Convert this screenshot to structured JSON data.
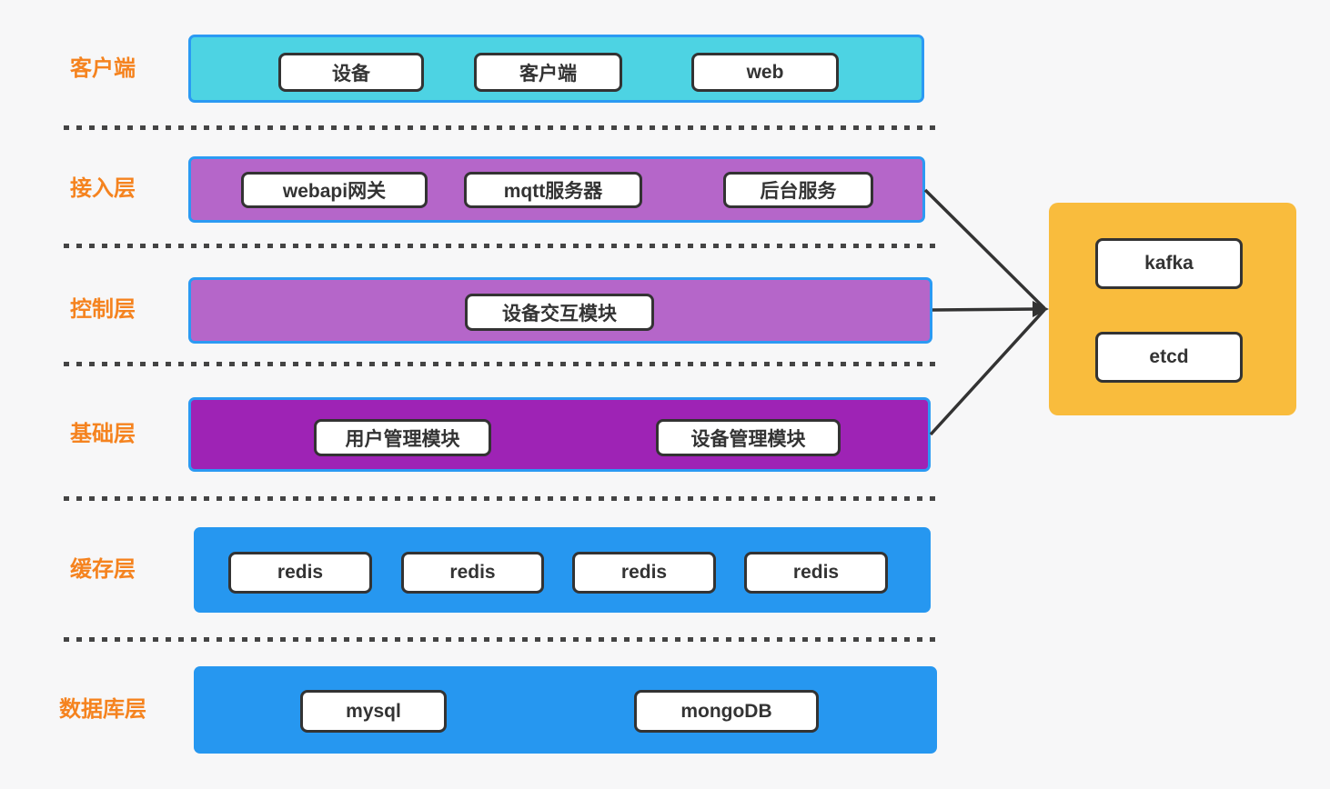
{
  "diagram_title": "layered-architecture-diagram",
  "colors": {
    "background": "#f7f7f8",
    "label_orange": "#f5831f",
    "band_border_blue": "#2b9af3",
    "client_band": "#4dd3e3",
    "access_band": "#b566c9",
    "control_band": "#b566c9",
    "base_band": "#9e23b5",
    "cache_band": "#2697f0",
    "database_band": "#2697f0",
    "middleware_panel": "#f9bc3d",
    "node_border": "#333333",
    "connector": "#333333"
  },
  "layers": [
    {
      "label": "客户端",
      "boxes": [
        "设备",
        "客户端",
        "web"
      ]
    },
    {
      "label": "接入层",
      "boxes": [
        "webapi网关",
        "mqtt服务器",
        "后台服务"
      ]
    },
    {
      "label": "控制层",
      "boxes": [
        "设备交互模块"
      ]
    },
    {
      "label": "基础层",
      "boxes": [
        "用户管理模块",
        "设备管理模块"
      ]
    },
    {
      "label": "缓存层",
      "boxes": [
        "redis",
        "redis",
        "redis",
        "redis"
      ]
    },
    {
      "label": "数据库层",
      "boxes": [
        "mysql",
        "mongoDB"
      ]
    }
  ],
  "middleware_panel": {
    "boxes": [
      "kafka",
      "etcd"
    ]
  }
}
